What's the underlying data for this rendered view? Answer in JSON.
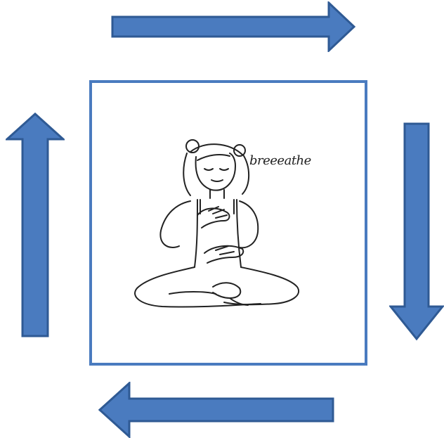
{
  "diagram": {
    "arrow_color": "#4a7bbf",
    "frame_color": "#4a7bbf",
    "flow": [
      "right",
      "down",
      "left",
      "up"
    ],
    "center": {
      "illustration": "seated-meditating-person-icon",
      "caption": "breeeathe"
    }
  }
}
